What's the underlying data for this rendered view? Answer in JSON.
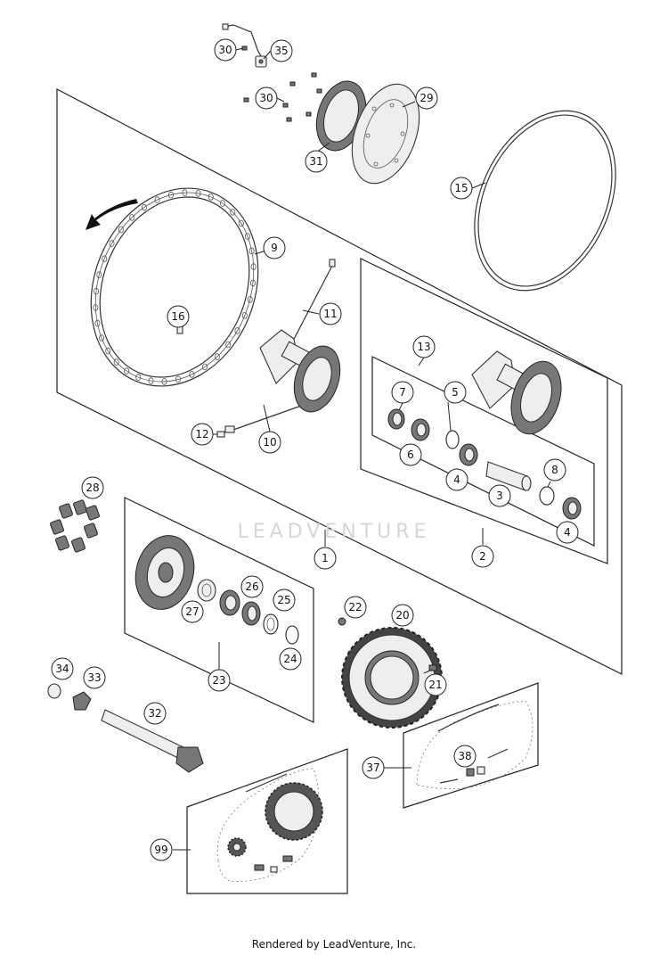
{
  "diagram": {
    "callouts": [
      {
        "id": "30a",
        "label": "30"
      },
      {
        "id": "35",
        "label": "35"
      },
      {
        "id": "30b",
        "label": "30"
      },
      {
        "id": "29",
        "label": "29"
      },
      {
        "id": "31",
        "label": "31"
      },
      {
        "id": "15",
        "label": "15"
      },
      {
        "id": "9",
        "label": "9"
      },
      {
        "id": "11",
        "label": "11"
      },
      {
        "id": "16",
        "label": "16"
      },
      {
        "id": "13",
        "label": "13"
      },
      {
        "id": "7",
        "label": "7"
      },
      {
        "id": "5",
        "label": "5"
      },
      {
        "id": "6",
        "label": "6"
      },
      {
        "id": "8",
        "label": "8"
      },
      {
        "id": "4a",
        "label": "4"
      },
      {
        "id": "3",
        "label": "3"
      },
      {
        "id": "4b",
        "label": "4"
      },
      {
        "id": "12",
        "label": "12"
      },
      {
        "id": "10",
        "label": "10"
      },
      {
        "id": "28",
        "label": "28"
      },
      {
        "id": "1",
        "label": "1"
      },
      {
        "id": "2",
        "label": "2"
      },
      {
        "id": "26",
        "label": "26"
      },
      {
        "id": "25",
        "label": "25"
      },
      {
        "id": "27",
        "label": "27"
      },
      {
        "id": "24",
        "label": "24"
      },
      {
        "id": "22",
        "label": "22"
      },
      {
        "id": "20",
        "label": "20"
      },
      {
        "id": "23",
        "label": "23"
      },
      {
        "id": "21",
        "label": "21"
      },
      {
        "id": "34",
        "label": "34"
      },
      {
        "id": "33",
        "label": "33"
      },
      {
        "id": "32",
        "label": "32"
      },
      {
        "id": "38",
        "label": "38"
      },
      {
        "id": "37",
        "label": "37"
      },
      {
        "id": "99",
        "label": "99"
      }
    ]
  },
  "watermark_text": "LEADVENTURE",
  "footer_text": "Rendered by LeadVenture, Inc."
}
